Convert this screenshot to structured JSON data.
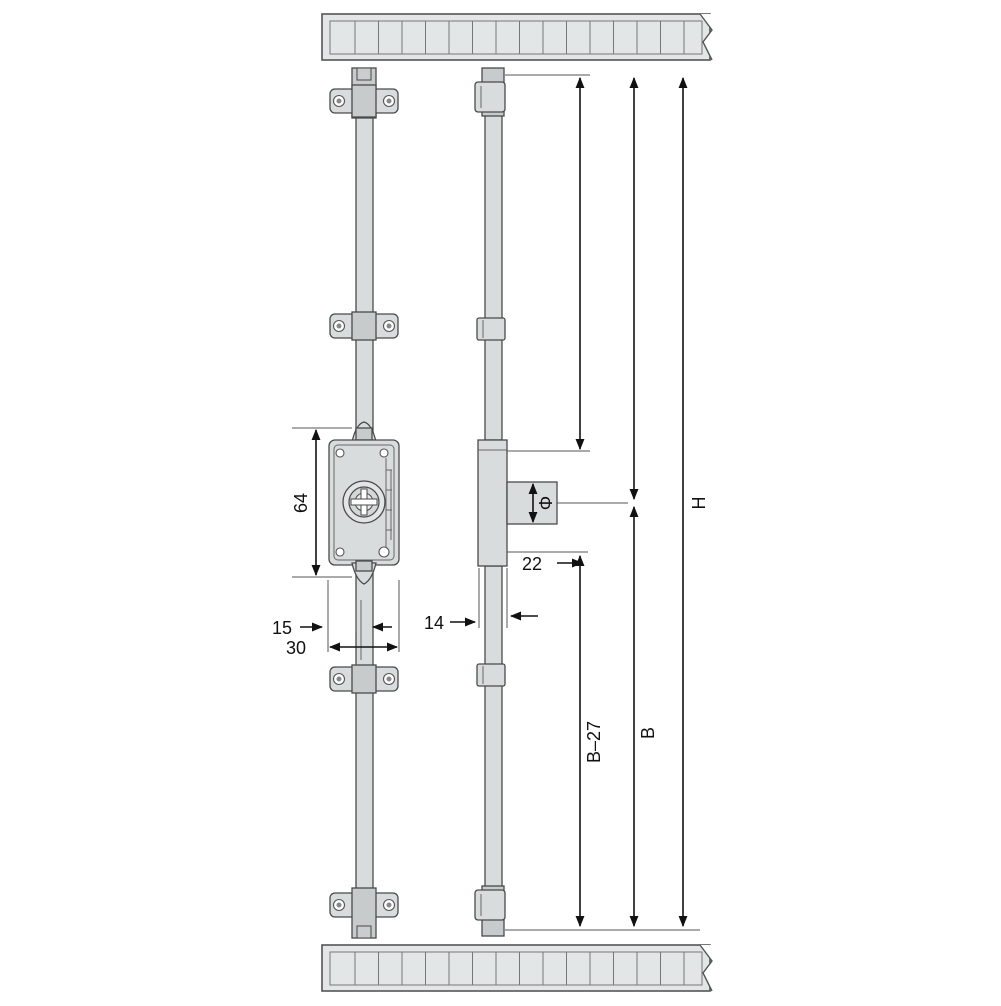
{
  "dimensions": {
    "lock_height": "64",
    "bolt_inner": "15",
    "bolt_outer": "30",
    "rod_width": "14",
    "hook_offset": "22",
    "hook_symbol": "Φ",
    "lower_length": "B–27",
    "backset": "B",
    "total_height": "H"
  },
  "colors": {
    "metal": "#d9dcdc",
    "outline": "#4a4a4a",
    "dimension": "#111111"
  }
}
